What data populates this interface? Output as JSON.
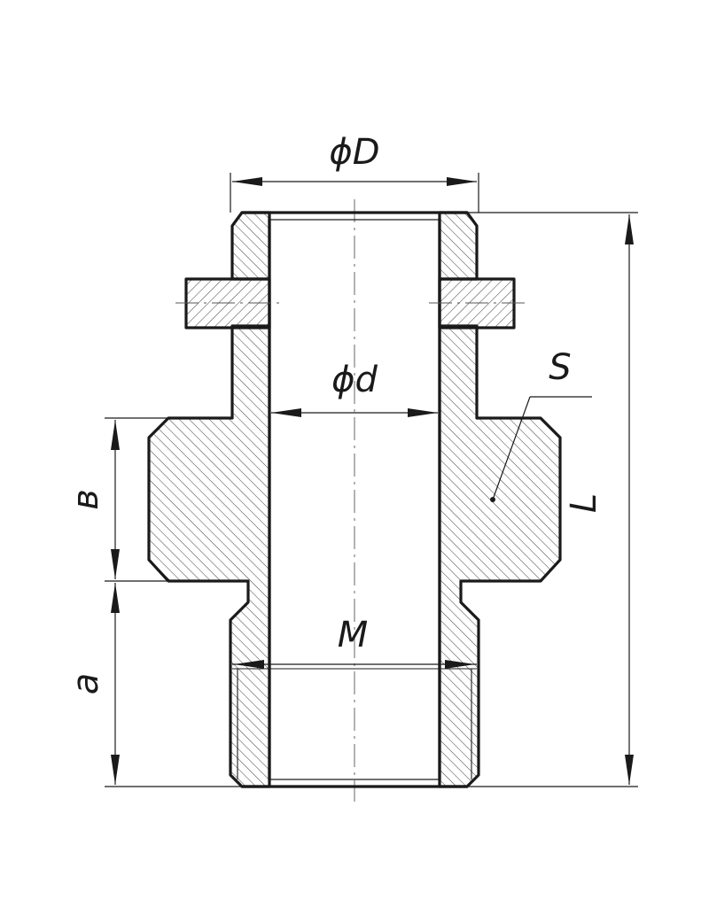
{
  "labels": {
    "outer_diameter": "ϕD",
    "inner_diameter": "ϕd",
    "thread": "M",
    "wrench_size": "S",
    "length": "L",
    "hex_height": "в",
    "thread_length": "a"
  }
}
